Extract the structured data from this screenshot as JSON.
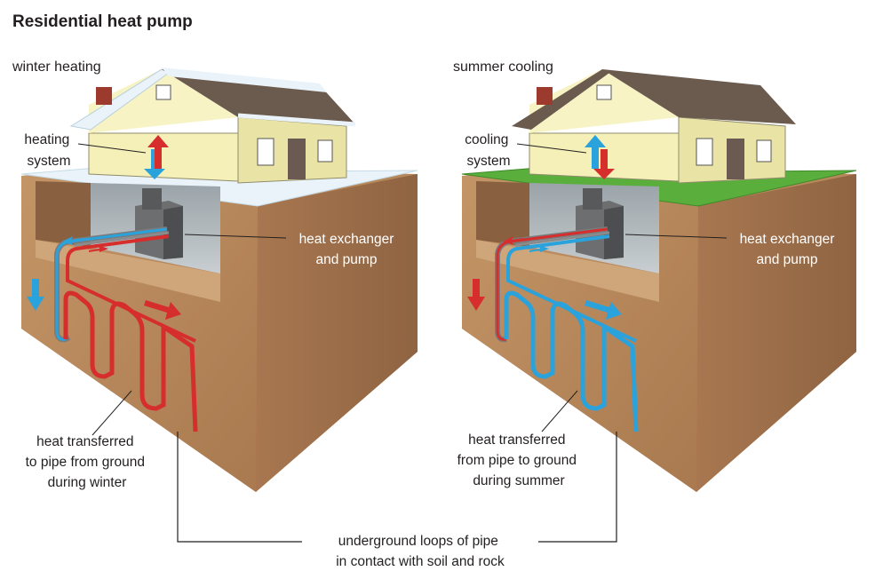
{
  "title": "Residential heat pump",
  "panels": {
    "winter": {
      "caption": "winter heating",
      "system_label": [
        "heating",
        "system"
      ],
      "exchanger_label": [
        "heat exchanger",
        "and pump"
      ],
      "transfer_label": [
        "heat transferred",
        "to pipe from ground",
        "during winter"
      ]
    },
    "summer": {
      "caption": "summer cooling",
      "system_label": [
        "cooling",
        "system"
      ],
      "exchanger_label": [
        "heat exchanger",
        "and pump"
      ],
      "transfer_label": [
        "heat transferred",
        "from pipe to ground",
        "during summer"
      ]
    }
  },
  "shared_label": [
    "underground loops of pipe",
    "in contact with soil and rock"
  ],
  "colors": {
    "hot_pipe": "#d62d2d",
    "cold_pipe": "#2aa2dc",
    "soil": "#b98a5c",
    "snow": "#e9f3f9",
    "grass": "#5aae3c",
    "house_wall": "#f4f0b8"
  }
}
